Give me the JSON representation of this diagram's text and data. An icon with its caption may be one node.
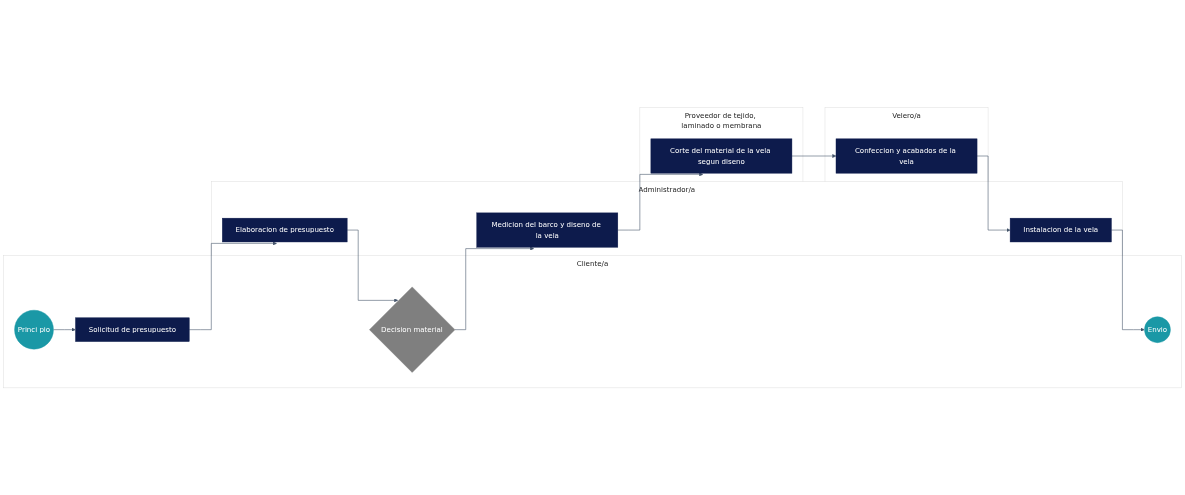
{
  "diagram": {
    "nodes": [
      {
        "text": [
          "Cliente/a"
        ]
      },
      {
        "text": [
          "Princi pio"
        ],
        "in": 0
      },
      {
        "text": [
          "Solicitud de presupuesto"
        ],
        "in": 0
      },
      {
        "text": [
          "Decision material"
        ],
        "in": 0
      },
      {
        "text": [
          "Envio"
        ],
        "in": 0
      },
      {
        "text": [
          "Administrador/a"
        ]
      },
      {
        "text": [
          "Elaboracion de presupuesto"
        ],
        "in": 5
      },
      {
        "text": [
          "Medicion del barco y diseno de la vela"
        ],
        "in": 5
      },
      {
        "text": [
          "Instalacion de la vela"
        ],
        "in": 5
      },
      {
        "text": [
          "Proveedor de tejido, laminado o membrana"
        ]
      },
      {
        "text": [
          "Corte del material de la vela segun diseno"
        ],
        "in": 9
      },
      {
        "text": [
          "Velero/a"
        ]
      },
      {
        "text": [
          "Confeccion y acabados de la vela"
        ],
        "in": 11
      }
    ],
    "edges": [
      {
        "from": 1,
        "to": 2,
        "arrow": "to"
      },
      {
        "from": 2,
        "to": 6,
        "arrow": "to"
      },
      {
        "from": 6,
        "to": 3,
        "arrow": "to"
      },
      {
        "from": 3,
        "to": 7,
        "arrow": "to"
      },
      {
        "from": 7,
        "to": 10,
        "arrow": "to"
      },
      {
        "from": 10,
        "to": 12,
        "arrow": "to"
      },
      {
        "from": 12,
        "to": 8,
        "arrow": "to"
      },
      {
        "from": 8,
        "to": 4,
        "arrow": "to"
      }
    ]
  }
}
